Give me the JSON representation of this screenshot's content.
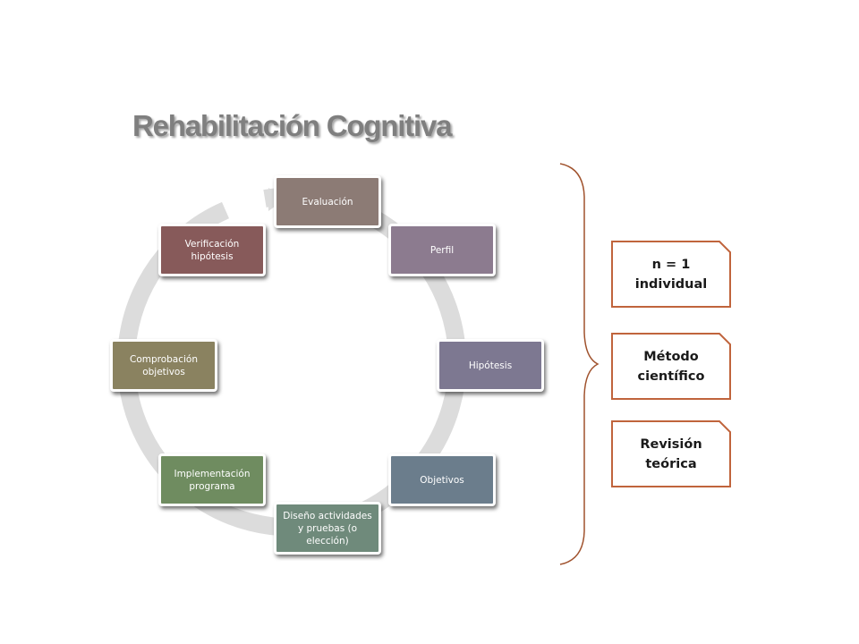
{
  "title": "Rehabilitación Cognitiva",
  "colors": {
    "ring": "#dcdcdc",
    "brace": "#a0522d",
    "note_border": "#c0643c"
  },
  "cycle": {
    "nodes": [
      {
        "id": "evaluacion",
        "label": "Evaluación",
        "color": "#8c7b75"
      },
      {
        "id": "perfil",
        "label": "Perfil",
        "color": "#8c7b8f"
      },
      {
        "id": "hipotesis",
        "label": "Hipótesis",
        "color": "#7d7891"
      },
      {
        "id": "objetivos",
        "label": "Objetivos",
        "color": "#6b7d8c"
      },
      {
        "id": "diseno",
        "label": "Diseño actividades y pruebas (o elección)",
        "color": "#6f8a7b"
      },
      {
        "id": "implementacion",
        "label": "Implementación programa",
        "color": "#6f8c60"
      },
      {
        "id": "comprobacion",
        "label": "Comprobación objetivos",
        "color": "#8a8260"
      },
      {
        "id": "verificacion",
        "label": "Verificación hipótesis",
        "color": "#875a5a"
      }
    ]
  },
  "notes": [
    {
      "id": "n-individual",
      "label": "n = 1\nindividual"
    },
    {
      "id": "metodo-cientifico",
      "label": "Método\ncientífico"
    },
    {
      "id": "revision-teorica",
      "label": "Revisión\nteórica"
    }
  ]
}
